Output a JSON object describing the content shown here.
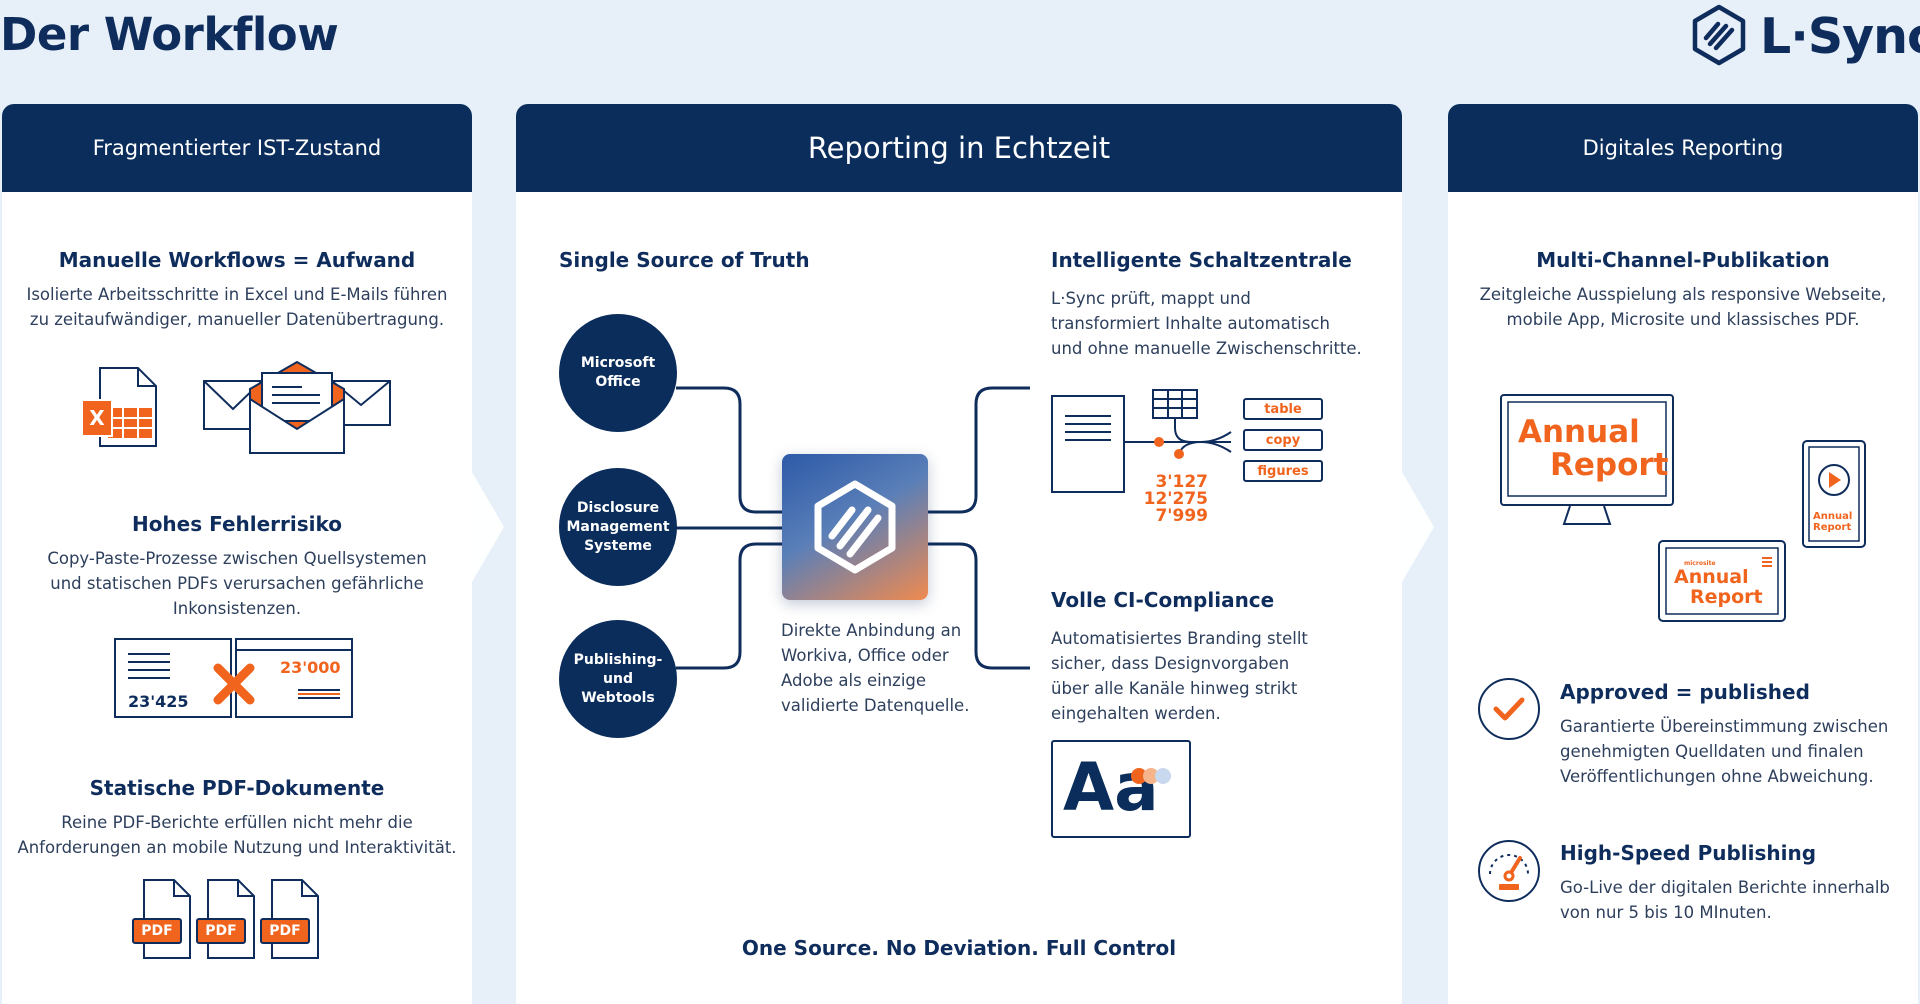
{
  "page_title": "Der Workflow",
  "logo": {
    "text": "L·Sync"
  },
  "left_panel": {
    "header": "Fragmentierter IST-Zustand",
    "sections": [
      {
        "title": "Manuelle Workflows = Aufwand",
        "text_lines": [
          "Isolierte Arbeitsschritte in Excel und E-Mails führen",
          "zu zeitaufwändiger, manueller Datenübertragung."
        ]
      },
      {
        "title": "Hohes Fehlerrisiko",
        "text_lines": [
          "Copy-Paste-Prozesse zwischen Quellsystemen",
          "und statischen PDFs verursachen gefährliche",
          "Inkonsistenzen."
        ]
      },
      {
        "title": "Statische PDF-Dokumente",
        "text_lines": [
          "Reine PDF-Berichte erfüllen nicht mehr die",
          "Anforderungen an mobile Nutzung und Interaktivität."
        ]
      }
    ],
    "excel_letter": "X",
    "error_values": {
      "left": "23'425",
      "right": "23'000"
    },
    "pdf_labels": [
      "PDF",
      "PDF",
      "PDF"
    ]
  },
  "center_panel": {
    "header": "Reporting in Echtzeit",
    "sources_title": "Single Source of Truth",
    "sources": [
      {
        "lines": [
          "Microsoft",
          "Office"
        ]
      },
      {
        "lines": [
          "Disclosure",
          "Management",
          "Systeme"
        ]
      },
      {
        "lines": [
          "Publishing-",
          "und",
          "Webtools"
        ]
      }
    ],
    "hub_text_lines": [
      "Direkte Anbindung an",
      "Workiva, Office oder",
      "Adobe als einzige",
      "validierte Datenquelle."
    ],
    "control": {
      "title": "Intelligente Schaltzentrale",
      "text_lines": [
        "L·Sync prüft, mappt und",
        "transformiert Inhalte automatisch",
        "und ohne manuelle Zwischenschritte."
      ],
      "tags": [
        "table",
        "copy",
        "figures"
      ],
      "numbers": [
        "3'127",
        "12'275",
        "7'999"
      ]
    },
    "compliance": {
      "title": "Volle CI-Compliance",
      "text_lines": [
        "Automatisiertes Branding stellt",
        "sicher, dass Designvorgaben",
        "über alle Kanäle hinweg strikt",
        "eingehalten werden."
      ],
      "font_sample": "Aa"
    },
    "footer": "One Source. No Deviation. Full Control"
  },
  "right_panel": {
    "header": "Digitales Reporting",
    "multi": {
      "title": "Multi-Channel-Publikation",
      "text_lines": [
        "Zeitgleiche Ausspielung als responsive Webseite,",
        "mobile App, Microsite und klassisches PDF."
      ]
    },
    "monitor_text": [
      "Annual",
      "Report"
    ],
    "tablet_small": "microsite",
    "tablet_text": [
      "Annual",
      "Report"
    ],
    "phone_text": [
      "Annual",
      "Report"
    ],
    "approved": {
      "title": "Approved = published",
      "text_lines": [
        "Garantierte Übereinstimmung zwischen",
        "genehmigten Quelldaten und finalen",
        "Veröffentlichungen ohne Abweichung."
      ]
    },
    "speed": {
      "title": "High-Speed Publishing",
      "text_lines": [
        "Go-Live der digitalen Berichte innerhalb",
        "von nur 5 bis 10 MInuten."
      ]
    }
  },
  "colors": {
    "navy": "#0b2d5b",
    "orange": "#f0641e",
    "background": "#e7eff9"
  },
  "icons": [
    "excel-icon",
    "envelope-icon",
    "document-icon",
    "pdf-file-icon",
    "hub-logo-icon",
    "table-grid-icon",
    "check-circle-icon",
    "speedometer-icon",
    "play-icon",
    "menu-icon"
  ]
}
